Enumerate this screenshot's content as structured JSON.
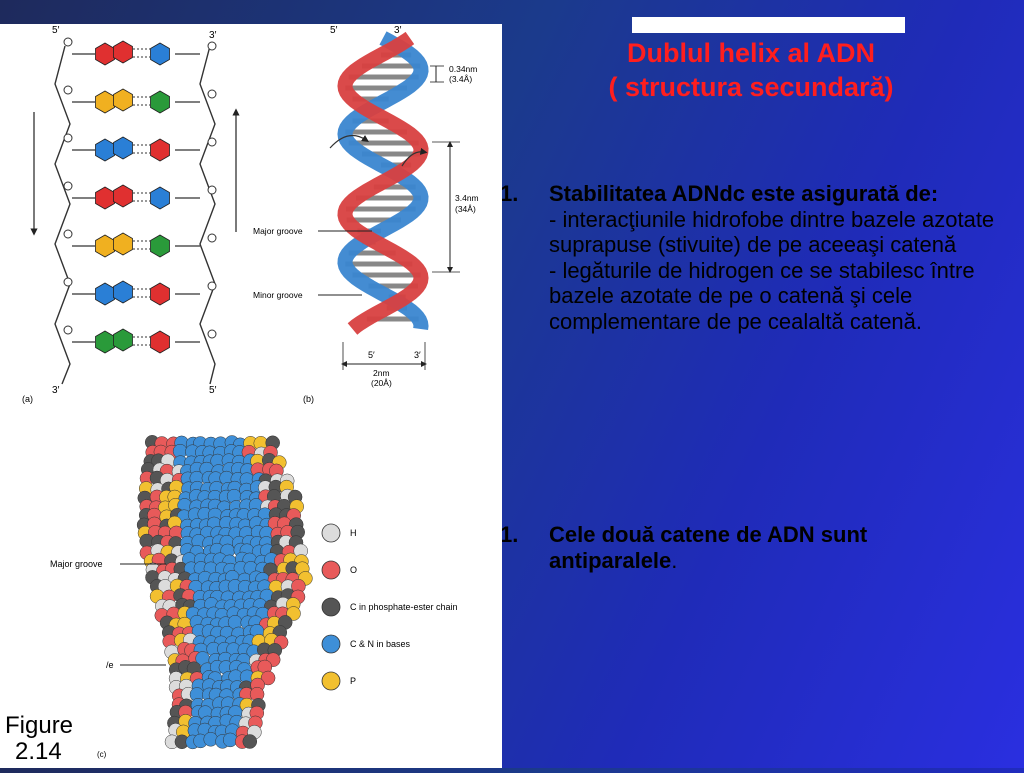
{
  "slide": {
    "title_line1": "Dublul helix al ADN",
    "title_line2": "( structura secundară)",
    "item1": {
      "number": "1.",
      "heading": "Stabilitatea ADNdc este asigurată de:",
      "line1": "- interacţiunile hidrofobe dintre bazele azotate suprapuse (stivuite) de pe aceeaşi catenă",
      "line2": "- legăturile de hidrogen ce se stabilesc între bazele azotate de pe o catenă şi cele complementare de pe cealaltă catenă."
    },
    "item2": {
      "number": "1.",
      "text": "Cele două catene de ADN sunt antiparalele",
      "period": "."
    },
    "colors": {
      "title": "#ff1e1e",
      "text": "#000000"
    }
  },
  "figure": {
    "panel_a": {
      "label": "(a)",
      "top_left": "5′",
      "top_right": "3′",
      "bottom_left": "3′",
      "bottom_right": "5′",
      "base_colors": [
        "red",
        "blue",
        "yellow",
        "green",
        "blue",
        "red",
        "red",
        "blue",
        "yellow",
        "green",
        "blue",
        "red",
        "green",
        "red"
      ]
    },
    "panel_b": {
      "label": "(b)",
      "top_left": "5′",
      "top_right": "3′",
      "rise": "0.34nm",
      "rise_a": "(3.4Å)",
      "pitch": "3.4nm",
      "pitch_a": "(34Å)",
      "major_groove": "Major groove",
      "minor_groove": "Minor groove",
      "bottom_left": "5′",
      "bottom_right": "3′",
      "width": "2nm",
      "width_a": "(20Å)"
    },
    "panel_c": {
      "label": "(c)",
      "major_groove": "Major groove",
      "cut_label": "/e",
      "legend": [
        {
          "symbol": "H",
          "label": "H",
          "color": "#dcdcdc"
        },
        {
          "symbol": "O",
          "label": "O",
          "color": "#e85a5a"
        },
        {
          "symbol": "C",
          "label": "C in phosphate-ester chain",
          "color": "#555555"
        },
        {
          "symbol": "CN",
          "label": "C & N in bases",
          "color": "#3e8fd8"
        },
        {
          "symbol": "P",
          "label": "P",
          "color": "#f2c030"
        }
      ]
    },
    "caption_line1": "Figure",
    "caption_line2": "2.14"
  }
}
